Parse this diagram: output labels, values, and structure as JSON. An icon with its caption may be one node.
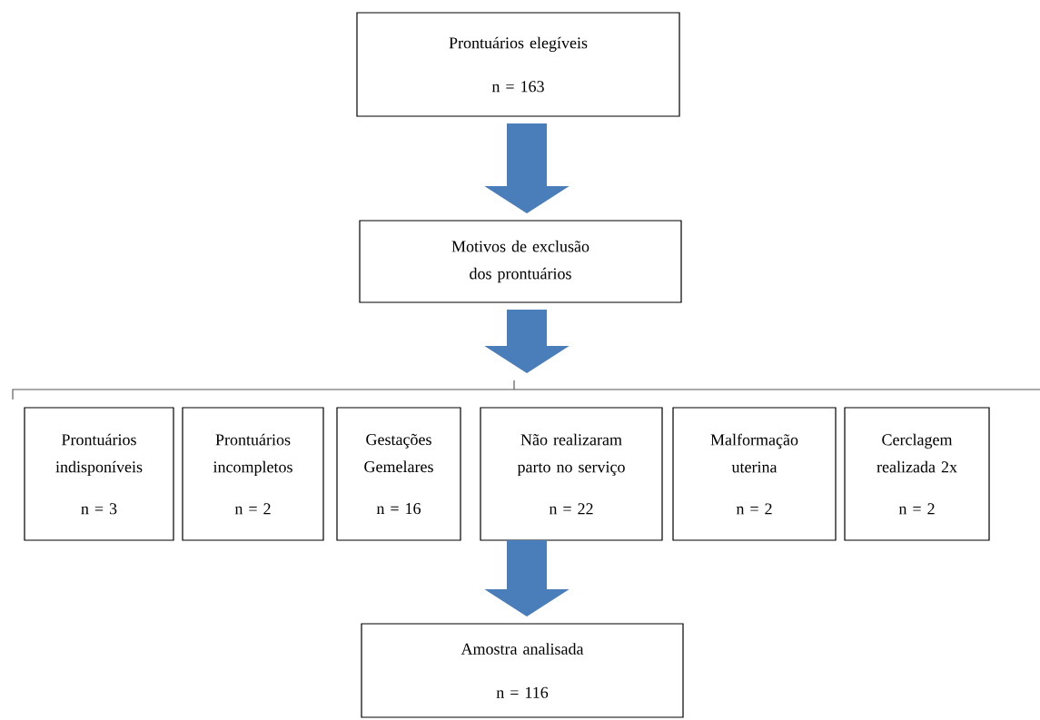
{
  "diagram": {
    "nodes": [
      {
        "text": [
          "Prontuários elegíveis",
          "n = 163"
        ]
      },
      {
        "text": [
          "Motivos de exclusão dos prontuários"
        ]
      },
      {
        "text": [],
        "shape": "bar"
      },
      {
        "text": [
          "Prontuários indisponíveis",
          "n = 3"
        ]
      },
      {
        "text": [
          "Prontuários incompletos",
          "n = 2"
        ]
      },
      {
        "text": [
          "Gestações Gemelares",
          "n = 16"
        ]
      },
      {
        "text": [
          "Não realizaram parto no serviço",
          "n = 22"
        ]
      },
      {
        "text": [
          "Malformação uterina",
          "n = 2"
        ]
      },
      {
        "text": [
          "Cerclagem realizada 2x",
          "n = 2"
        ]
      },
      {
        "text": [
          "Amostra analisada",
          "n = 116"
        ]
      }
    ],
    "edges": [
      {
        "from": 0,
        "to": 1,
        "arrow": "to"
      },
      {
        "from": 1,
        "to": 2,
        "arrow": "to"
      },
      {
        "from": 6,
        "to": 9,
        "arrow": "to"
      }
    ]
  }
}
